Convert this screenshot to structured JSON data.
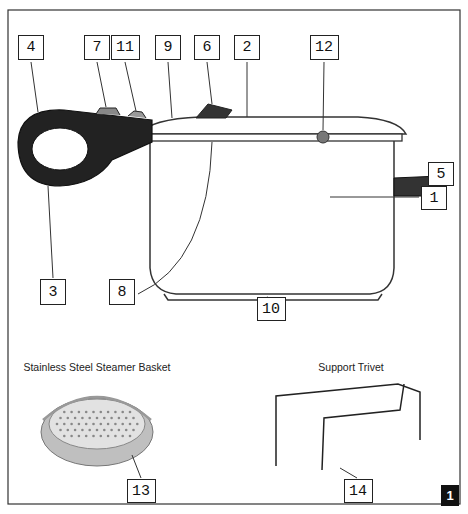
{
  "diagram": {
    "nodes": [
      {
        "text": [
          "4"
        ]
      },
      {
        "text": [
          "7"
        ]
      },
      {
        "text": [
          "11"
        ]
      },
      {
        "text": [
          "9"
        ]
      },
      {
        "text": [
          "6"
        ]
      },
      {
        "text": [
          "2"
        ]
      },
      {
        "text": [
          "12"
        ]
      },
      {
        "text": [
          "5"
        ]
      },
      {
        "text": [
          "1"
        ]
      },
      {
        "text": [
          "3"
        ]
      },
      {
        "text": [
          "8"
        ]
      },
      {
        "text": [
          "10"
        ]
      },
      {
        "text": [
          "13"
        ]
      },
      {
        "text": [
          "14"
        ]
      },
      {
        "text": [
          "1"
        ]
      }
    ],
    "labels": [
      "Stainless Steel Steamer Basket",
      "Support Trivet"
    ]
  }
}
